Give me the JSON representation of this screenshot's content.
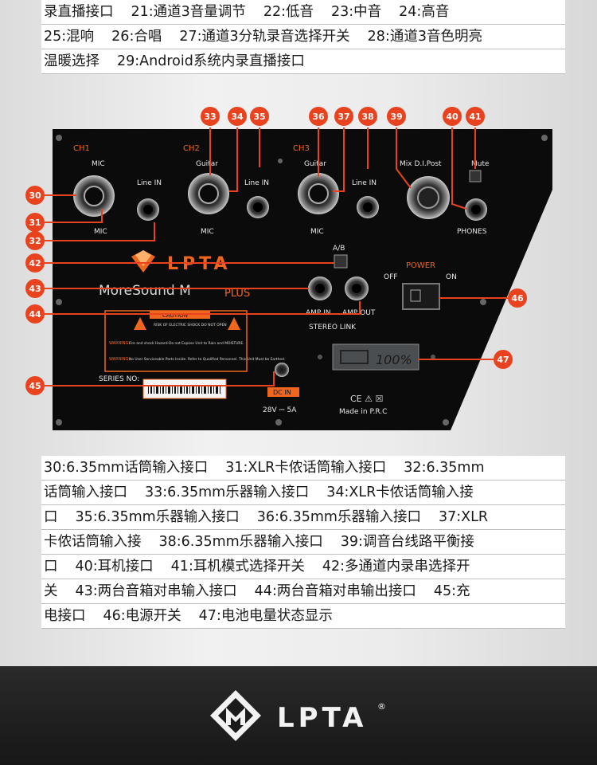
{
  "top_text": {
    "lines": [
      [
        "录直播接口",
        "21:通道3音量调节",
        "22:低音",
        "23:中音",
        "24:高音"
      ],
      [
        "25:混响",
        "26:合唱",
        "27:通道3分轨录音选择开关",
        "28:通道3音色明亮"
      ],
      [
        "温暖选择",
        "29:Android系统内录直播接口"
      ]
    ]
  },
  "bottom_text": {
    "lines": [
      [
        "30:6.35mm话筒输入接口",
        "31:XLR卡侬话筒输入接口",
        "32:6.35mm"
      ],
      [
        "话筒输入接口",
        "33:6.35mm乐器输入接口",
        "34:XLR卡侬话筒输入接"
      ],
      [
        "口",
        "35:6.35mm乐器输入接口",
        "36:6.35mm乐器输入接口",
        "37:XLR"
      ],
      [
        "卡侬话筒输入接",
        "38:6.35mm乐器输入接口",
        "39:调音台线路平衡接"
      ],
      [
        "口",
        "40:耳机接口",
        "41:耳机模式选择开关",
        "42:多通道内录串选择开"
      ],
      [
        "关",
        "43:两台音箱对串输入接口",
        "44:两台音箱对串输出接口",
        "45:充"
      ],
      [
        "电接口",
        "46:电源开关",
        "47:电池电量状态显示"
      ]
    ]
  },
  "panel": {
    "channels": {
      "ch1": "CH1",
      "ch2": "CH2",
      "ch3": "CH3"
    },
    "labels": {
      "mic": "MIC",
      "line_in": "Line IN",
      "guitar": "Guitar",
      "mix_di_post": "Mix D.I.Post",
      "mute": "Mute",
      "phones": "PHONES",
      "ab": "A/B",
      "power": "POWER",
      "off": "OFF",
      "on": "ON",
      "amp_in": "AMP IN",
      "amp_out": "AMP OUT",
      "stereo_link": "STEREO LINK",
      "series_no": "SERIES NO:",
      "dc_in": "DC IN",
      "dc_spec": "28V ⎓ 5A",
      "made_in": "Made in P.R.C",
      "ce_mark": "CE ⚠ ☒",
      "battery_display": "100%",
      "brand": "LPTA",
      "model": "MoreSound M",
      "model_suffix": "PLUS"
    },
    "caution": {
      "title": "CAUTION",
      "shock": "RISK OF ELECTRIC SHOCK DO NOT OPEN",
      "warning1_label": "WARNING:",
      "warning1": "Fire and shock Hazard-Do not Expose Unit to Rain and MOISTURE.",
      "warning2_label": "WARNING:",
      "warning2": "No User Serviceable Parts Inside. Refer to Qualified Personnel. This Unit Must be Earthed."
    },
    "callouts": [
      "30",
      "31",
      "32",
      "33",
      "34",
      "35",
      "36",
      "37",
      "38",
      "39",
      "40",
      "41",
      "42",
      "43",
      "44",
      "45",
      "46",
      "47"
    ]
  },
  "footer": {
    "brand": "LPTA",
    "registered": "®"
  },
  "colors": {
    "accent": "#f0661f",
    "panel": "#0b0b0b",
    "callout_line": "#e8421e"
  }
}
